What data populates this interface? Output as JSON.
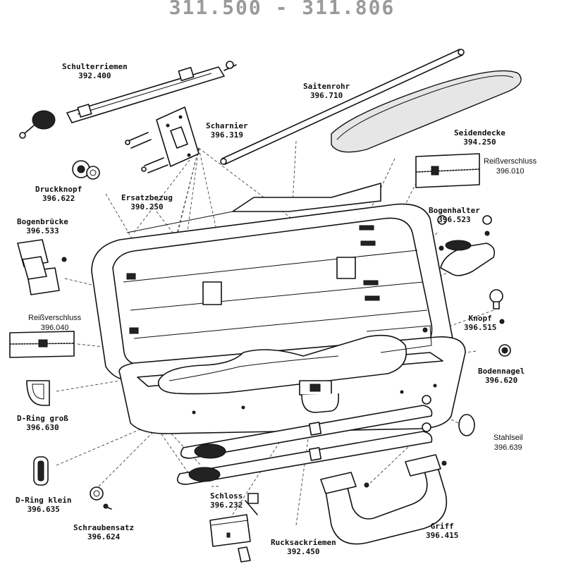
{
  "title": "311.500 - 311.806",
  "parts": {
    "schulterriemen": {
      "name": "Schulterriemen",
      "number": "392.400"
    },
    "saitenrohr": {
      "name": "Saitenrohr",
      "number": "396.710"
    },
    "scharnier": {
      "name": "Scharnier",
      "number": "396.319"
    },
    "seidendecke": {
      "name": "Seidendecke",
      "number": "394.250"
    },
    "reissverschluss_top": {
      "name": "Reißverschluss",
      "number": "396.010"
    },
    "druckknopf": {
      "name": "Druckknopf",
      "number": "396.622"
    },
    "ersatzbezug": {
      "name": "Ersatzbezug",
      "number": "390.250"
    },
    "bogenhalter": {
      "name": "Bogenhalter",
      "number": "396.523"
    },
    "bogenbruecke": {
      "name": "Bogenbrücke",
      "number": "396.533"
    },
    "knopf": {
      "name": "Knopf",
      "number": "396.515"
    },
    "reissverschluss_left": {
      "name": "Reißverschluss",
      "number": "396.040"
    },
    "bodennagel": {
      "name": "Bodennagel",
      "number": "396.620"
    },
    "d_ring_gross": {
      "name": "D-Ring groß",
      "number": "396.630"
    },
    "stahlseil": {
      "name": "Stahlseil",
      "number": "396.639"
    },
    "d_ring_klein": {
      "name": "D-Ring klein",
      "number": "396.635"
    },
    "schloss": {
      "name": "Schloss",
      "number": "396.232"
    },
    "schraubensatz": {
      "name": "Schraubensatz",
      "number": "396.624"
    },
    "rucksackriemen": {
      "name": "Rucksackriemen",
      "number": "392.450"
    },
    "griff": {
      "name": "Griff",
      "number": "396.415"
    }
  }
}
